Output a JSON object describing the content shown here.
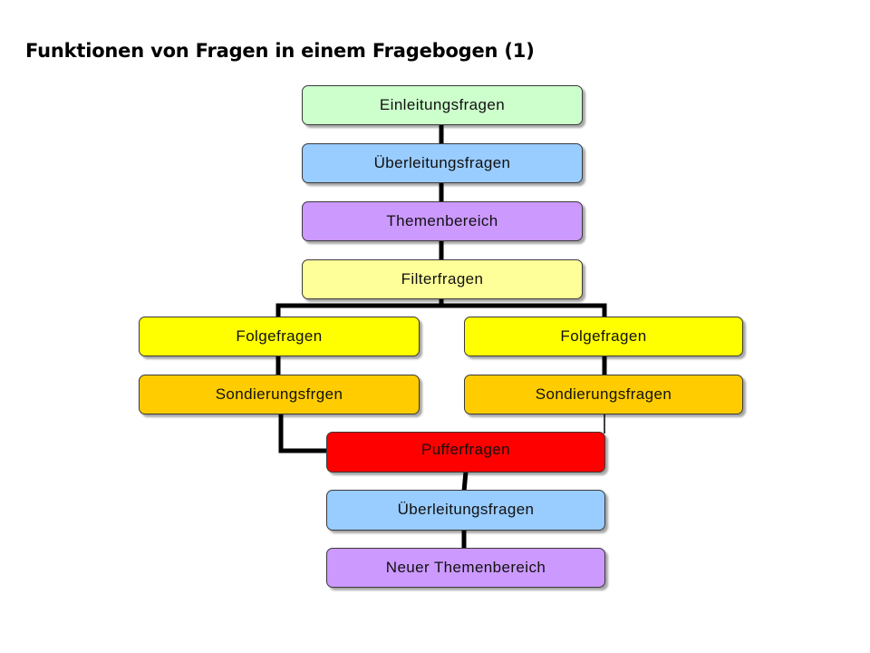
{
  "slide": {
    "title": "Funktionen von Fragen in einem Fragebogen (1)"
  },
  "diagram": {
    "nodes": {
      "einleitung": {
        "label": "Einleitungsfragen",
        "color": "#ccffcc"
      },
      "ueberleitung_1": {
        "label": "Überleitungsfragen",
        "color": "#99ccff"
      },
      "themenbereich": {
        "label": "Themenbereich",
        "color": "#cc99ff"
      },
      "filter": {
        "label": "Filterfragen",
        "color": "#ffff99"
      },
      "folge_left": {
        "label": "Folgefragen",
        "color": "#ffff00"
      },
      "sondierung_left": {
        "label": "Sondierungsfrgen",
        "color": "#ffcc00"
      },
      "folge_right": {
        "label": "Folgefragen",
        "color": "#ffff00"
      },
      "sondierung_right": {
        "label": "Sondierungsfragen",
        "color": "#ffcc00"
      },
      "puffer": {
        "label": "Pufferfragen",
        "color": "#ff0000"
      },
      "ueberleitung_2": {
        "label": "Überleitungsfragen",
        "color": "#99ccff"
      },
      "neuer_themenbereich": {
        "label": "Neuer Themenbereich",
        "color": "#cc99ff"
      }
    },
    "connector_color": "#000000",
    "edges": [
      [
        "einleitung",
        "ueberleitung_1"
      ],
      [
        "ueberleitung_1",
        "themenbereich"
      ],
      [
        "themenbereich",
        "filter"
      ],
      [
        "filter",
        "folge_left"
      ],
      [
        "filter",
        "folge_right"
      ],
      [
        "folge_left",
        "sondierung_left"
      ],
      [
        "folge_right",
        "sondierung_right"
      ],
      [
        "sondierung_left",
        "puffer"
      ],
      [
        "sondierung_right",
        "puffer"
      ],
      [
        "puffer",
        "ueberleitung_2"
      ],
      [
        "ueberleitung_2",
        "neuer_themenbereich"
      ]
    ]
  }
}
